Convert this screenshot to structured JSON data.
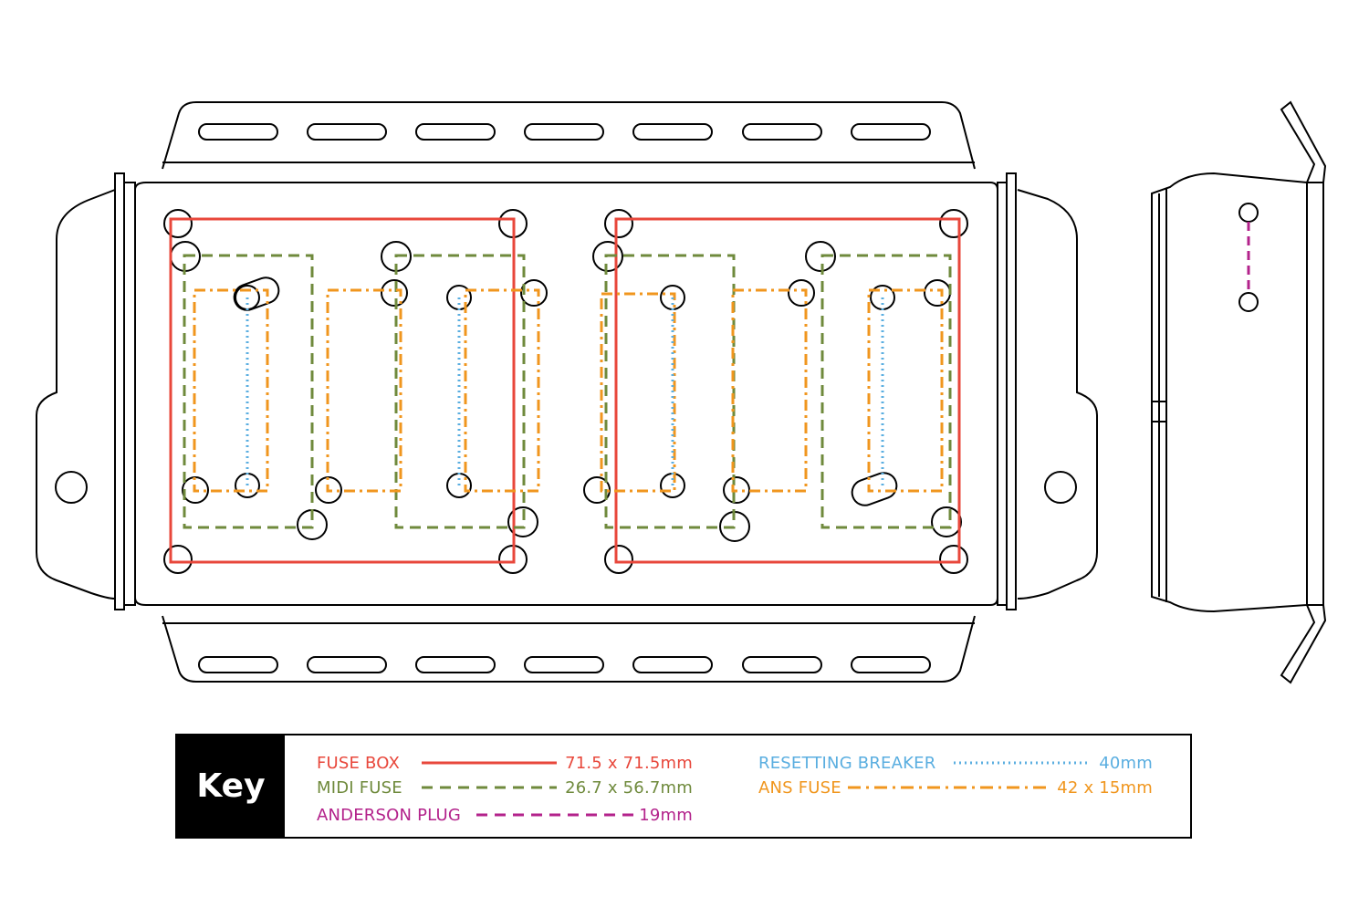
{
  "colors": {
    "outline": "#000000",
    "fuse_box": "#e8473b",
    "midi_fuse": "#6f8a3c",
    "anderson_plug": "#b3228b",
    "resetting_breaker": "#5aaee0",
    "ans_fuse": "#f0961e"
  },
  "key": {
    "title": "Key",
    "items": [
      {
        "id": "fuse_box",
        "label": "FUSE BOX",
        "value": "71.5 x 71.5mm",
        "line_style": "solid"
      },
      {
        "id": "midi_fuse",
        "label": "MIDI FUSE",
        "value": "26.7 x 56.7mm",
        "line_style": "dashed"
      },
      {
        "id": "anderson_plug",
        "label": "ANDERSON PLUG",
        "value": "19mm",
        "line_style": "dashed"
      },
      {
        "id": "resetting_breaker",
        "label": "RESETTING BREAKER",
        "value": "40mm",
        "line_style": "dotted"
      },
      {
        "id": "ans_fuse",
        "label": "ANS FUSE",
        "value": "42 x 15mm",
        "line_style": "dash-dot"
      }
    ]
  }
}
